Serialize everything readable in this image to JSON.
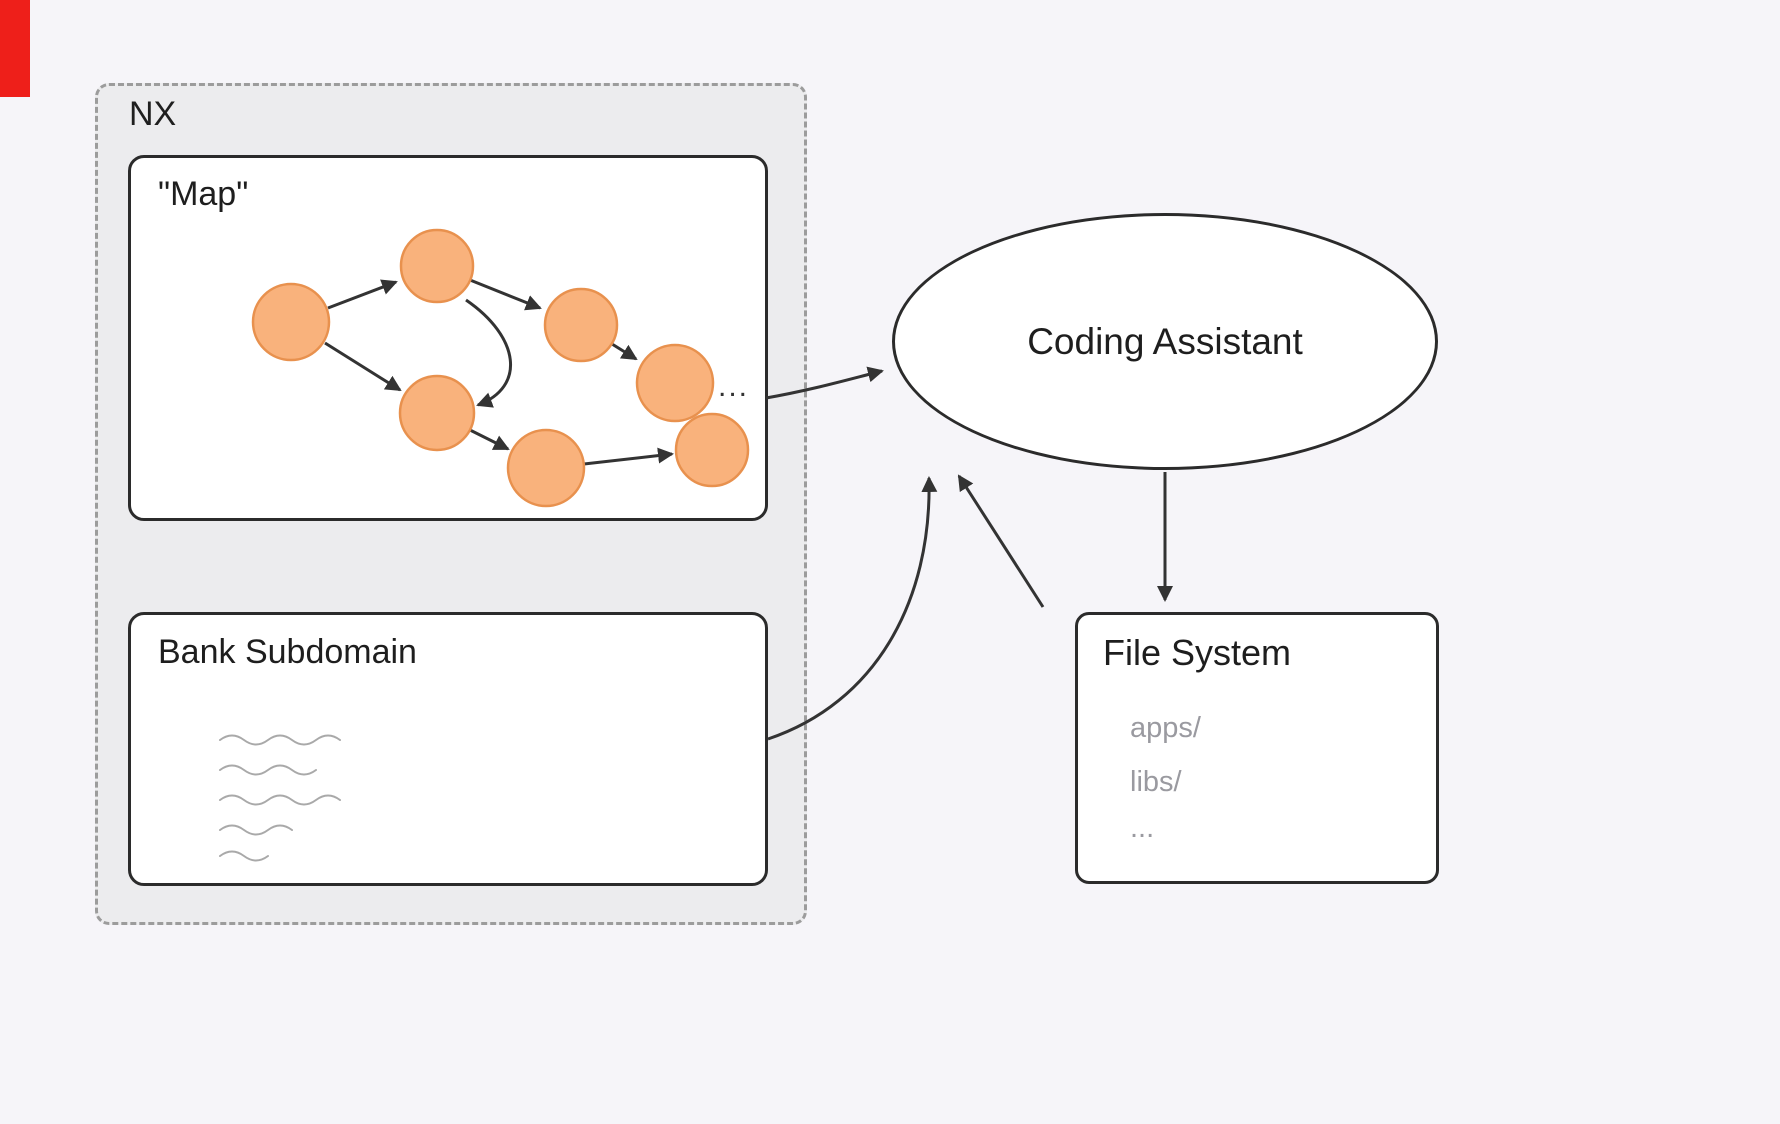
{
  "nx": {
    "label": "NX"
  },
  "map_box": {
    "title": "\"Map\"",
    "ellipsis": "..."
  },
  "bank_box": {
    "title": "Bank Subdomain"
  },
  "assistant": {
    "label": "Coding Assistant"
  },
  "file_system": {
    "title": "File System",
    "entries": [
      "apps/",
      "libs/",
      "..."
    ]
  },
  "colors": {
    "node_fill": "#f9b27c",
    "node_stroke": "#e8914e",
    "arrow": "#333333",
    "box_border": "#2b2b2b",
    "nx_fill": "#ececee",
    "page_background": "#f6f5f9",
    "red_strip": "#ee1f1a",
    "muted_text": "#9a9aa0"
  }
}
